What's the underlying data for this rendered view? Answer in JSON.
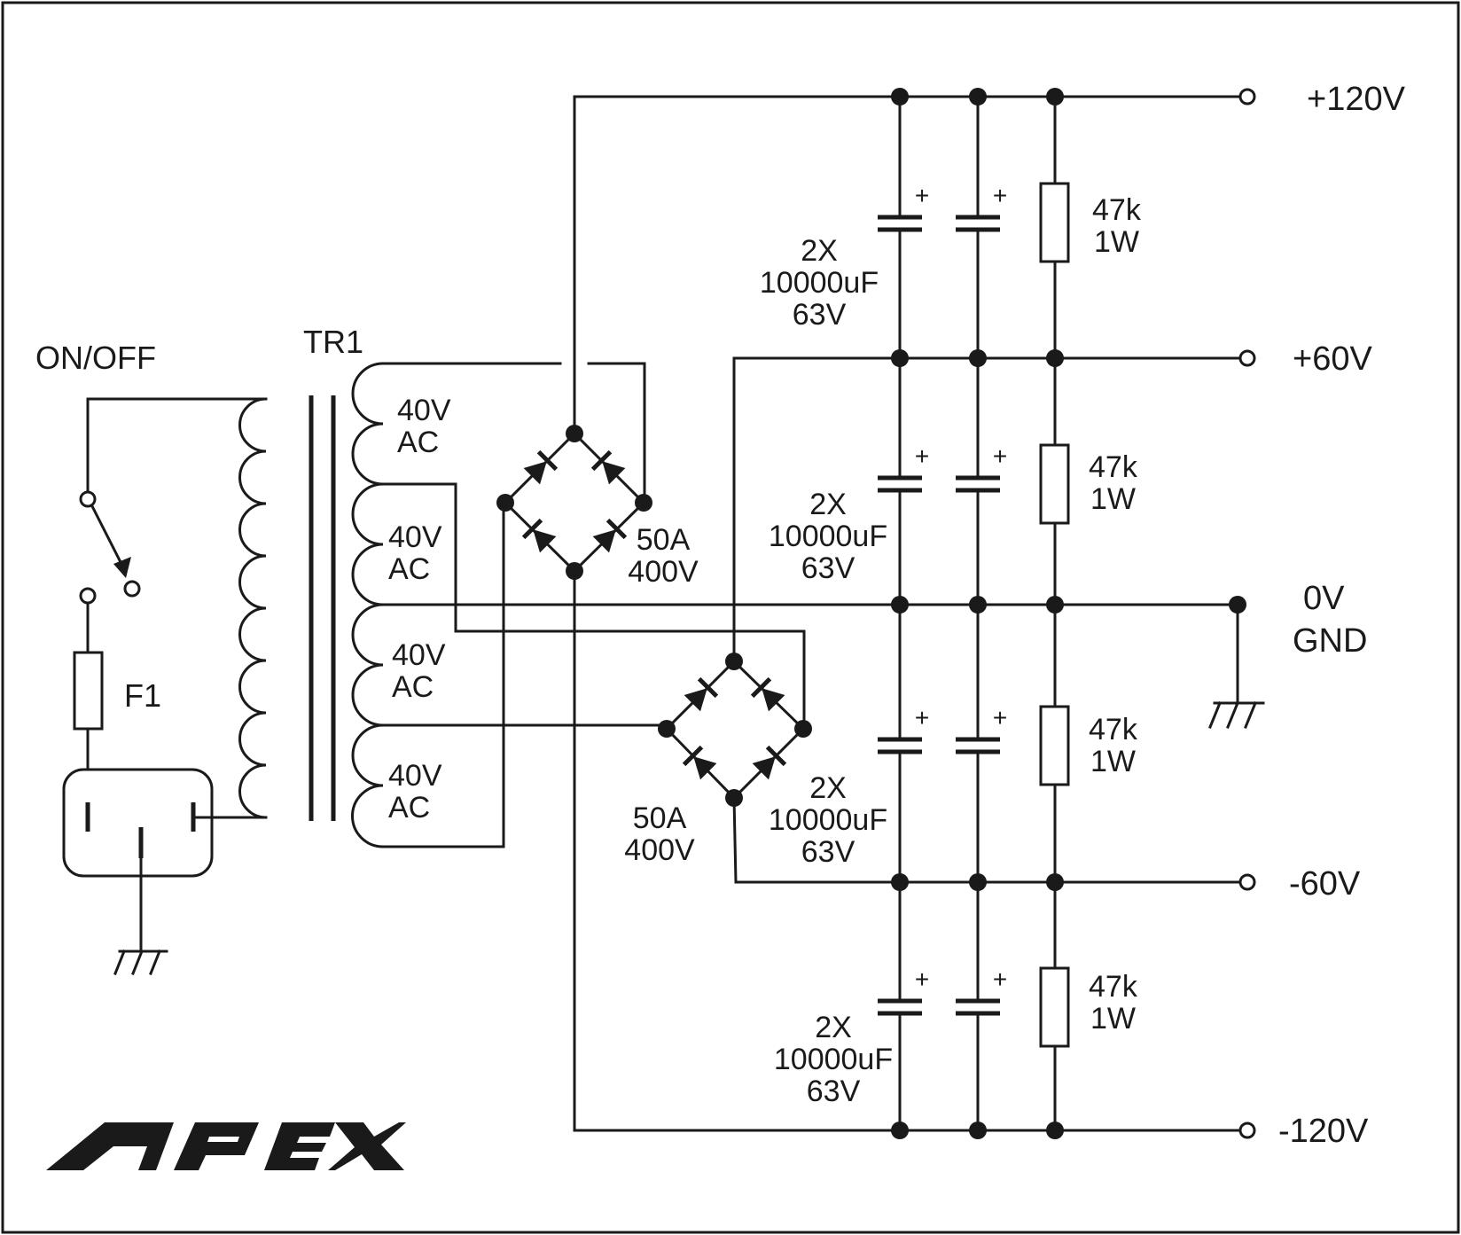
{
  "rails": {
    "pos120": "+120V",
    "pos60": "+60V",
    "gnd_top": "0V",
    "gnd_bottom": "GND",
    "neg60": "-60V",
    "neg120": "-120V"
  },
  "switch_label": "ON/OFF",
  "fuse_label": "F1",
  "transformer_label": "TR1",
  "secondaries": [
    {
      "l1": "40V",
      "l2": "AC"
    },
    {
      "l1": "40V",
      "l2": "AC"
    },
    {
      "l1": "40V",
      "l2": "AC"
    },
    {
      "l1": "40V",
      "l2": "AC"
    }
  ],
  "bridges": [
    {
      "l1": "50A",
      "l2": "400V"
    },
    {
      "l1": "50A",
      "l2": "400V"
    }
  ],
  "capacitor_banks": [
    {
      "l1": "2X",
      "l2": "10000uF",
      "l3": "63V"
    },
    {
      "l1": "2X",
      "l2": "10000uF",
      "l3": "63V"
    },
    {
      "l1": "2X",
      "l2": "10000uF",
      "l3": "63V"
    },
    {
      "l1": "2X",
      "l2": "10000uF",
      "l3": "63V"
    }
  ],
  "plus_sign": "+",
  "resistors": [
    {
      "l1": "47k",
      "l2": "1W"
    },
    {
      "l1": "47k",
      "l2": "1W"
    },
    {
      "l1": "47k",
      "l2": "1W"
    },
    {
      "l1": "47k",
      "l2": "1W"
    }
  ],
  "brand_logo": "APEX"
}
